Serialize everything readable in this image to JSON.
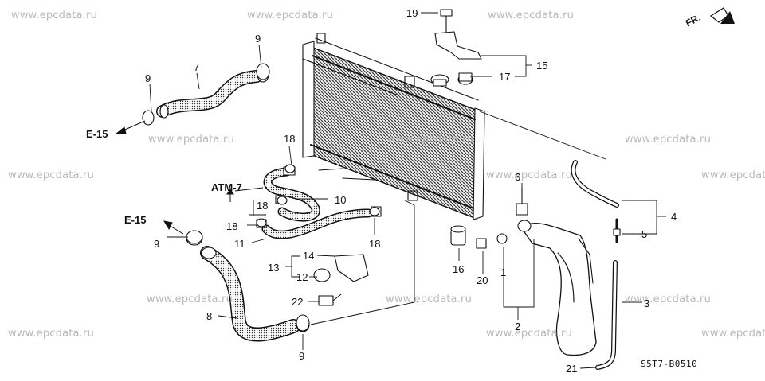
{
  "watermark": "www.epcdata.ru",
  "direction_label": "FR.",
  "drawing_code": "S5T7-B0510",
  "references": [
    {
      "id": "e15-top",
      "text": "E-15"
    },
    {
      "id": "e15-bottom",
      "text": "E-15"
    },
    {
      "id": "atm7",
      "text": "ATM-7"
    }
  ],
  "callouts": [
    {
      "id": "c19",
      "text": "19"
    },
    {
      "id": "c15",
      "text": "15"
    },
    {
      "id": "c17",
      "text": "17"
    },
    {
      "id": "c9a",
      "text": "9"
    },
    {
      "id": "c7",
      "text": "7"
    },
    {
      "id": "c9b",
      "text": "9"
    },
    {
      "id": "c18a",
      "text": "18"
    },
    {
      "id": "c6",
      "text": "6"
    },
    {
      "id": "c4",
      "text": "4"
    },
    {
      "id": "c5",
      "text": "5"
    },
    {
      "id": "c18b",
      "text": "18"
    },
    {
      "id": "c10",
      "text": "10"
    },
    {
      "id": "c18c",
      "text": "18"
    },
    {
      "id": "c9c",
      "text": "9"
    },
    {
      "id": "c11",
      "text": "11"
    },
    {
      "id": "c18d",
      "text": "18"
    },
    {
      "id": "c14",
      "text": "14"
    },
    {
      "id": "c13",
      "text": "13"
    },
    {
      "id": "c12",
      "text": "12"
    },
    {
      "id": "c16",
      "text": "16"
    },
    {
      "id": "c1",
      "text": "1"
    },
    {
      "id": "c20",
      "text": "20"
    },
    {
      "id": "c3",
      "text": "3"
    },
    {
      "id": "c22",
      "text": "22"
    },
    {
      "id": "c8",
      "text": "8"
    },
    {
      "id": "c2",
      "text": "2"
    },
    {
      "id": "c9d",
      "text": "9"
    },
    {
      "id": "c21",
      "text": "21"
    }
  ]
}
